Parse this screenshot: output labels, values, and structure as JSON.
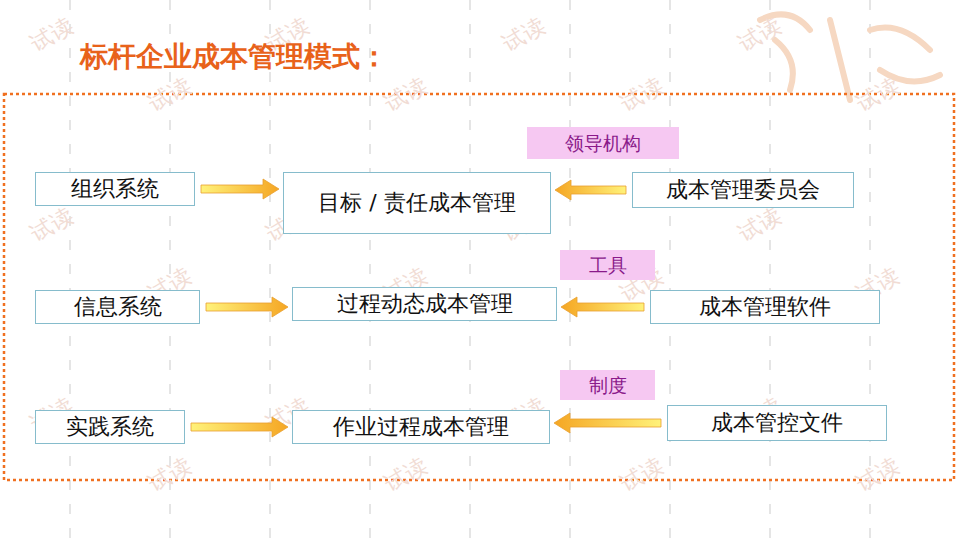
{
  "diagram": {
    "title": "标杆企业成本管理模式：",
    "nodes": [
      {
        "text": [
          "领导机构"
        ]
      },
      {
        "text": [
          "组织系统"
        ]
      },
      {
        "text": [
          "目标 / 责任成本管理"
        ]
      },
      {
        "text": [
          "成本管理委员会"
        ]
      },
      {
        "text": [
          "工具"
        ]
      },
      {
        "text": [
          "信息系统"
        ]
      },
      {
        "text": [
          "过程动态成本管理"
        ]
      },
      {
        "text": [
          "成本管理软件"
        ]
      },
      {
        "text": [
          "制度"
        ]
      },
      {
        "text": [
          "实践系统"
        ]
      },
      {
        "text": [
          "作业过程成本管理"
        ]
      },
      {
        "text": [
          "成本管控文件"
        ]
      }
    ],
    "edges": [
      {
        "from": 1,
        "to": 2,
        "arrow": "to"
      },
      {
        "from": 3,
        "to": 2,
        "arrow": "to"
      },
      {
        "from": 5,
        "to": 6,
        "arrow": "to"
      },
      {
        "from": 7,
        "to": 6,
        "arrow": "to"
      },
      {
        "from": 9,
        "to": 10,
        "arrow": "to"
      },
      {
        "from": 11,
        "to": 10,
        "arrow": "to"
      }
    ],
    "labels": [
      "试读",
      "试读",
      "试读",
      "试读",
      "试读",
      "试读",
      "试读",
      "试读",
      "试读",
      "试读",
      "试读",
      "试读",
      "试读",
      "试读",
      "试读",
      "试读",
      "试读",
      "试读",
      "试读",
      "试读",
      "试读",
      "试读",
      "试读",
      "试读"
    ]
  }
}
